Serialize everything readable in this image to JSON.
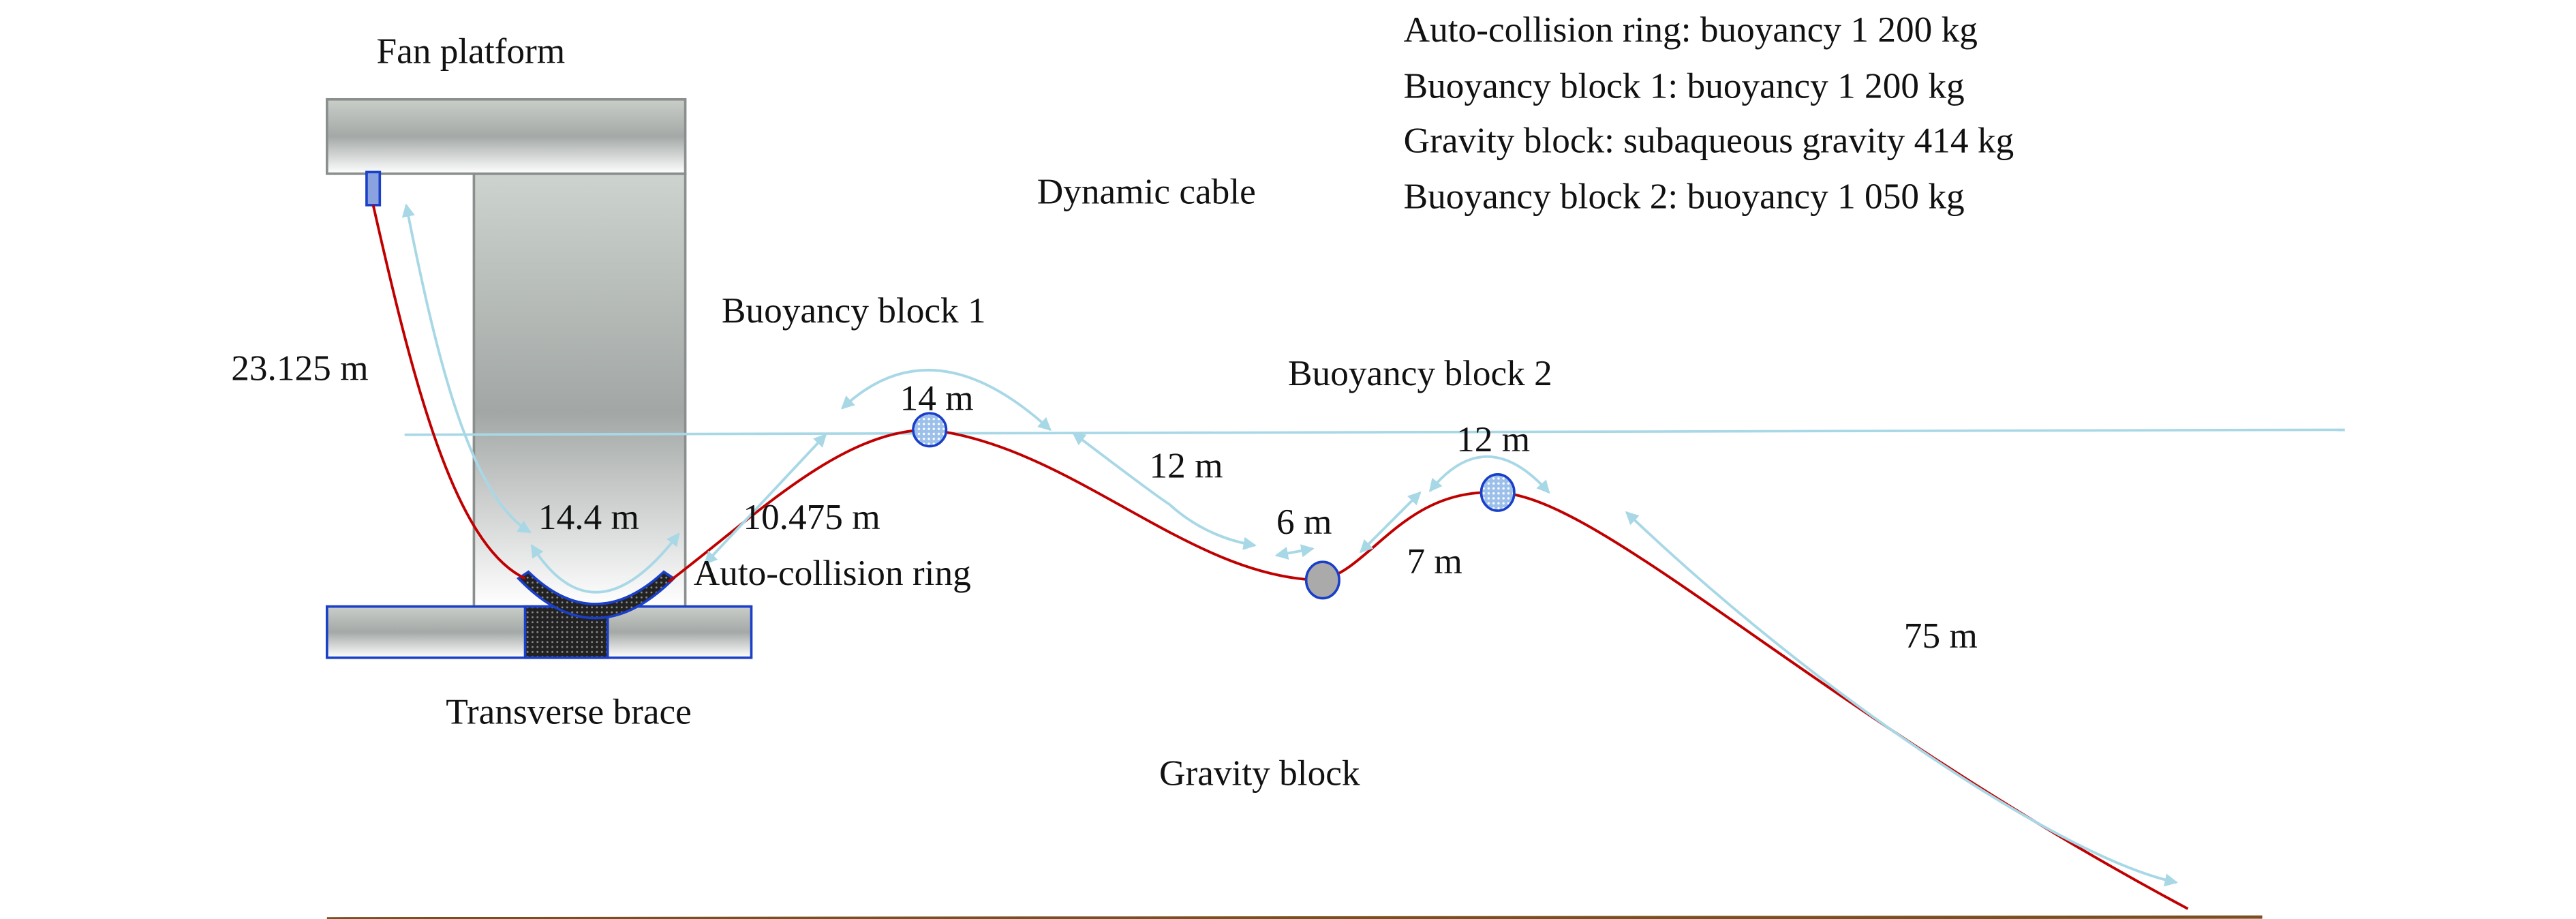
{
  "labels": {
    "fan_platform": "Fan platform",
    "dynamic_cable": "Dynamic cable",
    "buoyancy_block_1": "Buoyancy block 1",
    "buoyancy_block_2": "Buoyancy block 2",
    "auto_collision_ring": "Auto-collision ring",
    "transverse_brace": "Transverse brace",
    "gravity_block": "Gravity block"
  },
  "dimensions": {
    "d1": "23.125 m",
    "d2": "14.4 m",
    "d3": "10.475 m",
    "d4": "14 m",
    "d5": "12 m",
    "d6": "6 m",
    "d7": "7 m",
    "d8": "12 m",
    "d9": "75 m"
  },
  "legend": [
    "Auto-collision ring: buoyancy 1 200 kg",
    "Buoyancy block 1: buoyancy 1 200 kg",
    "Gravity block: subaqueous gravity 414 kg",
    "Buoyancy block 2: buoyancy 1 050 kg"
  ],
  "colors": {
    "cable": "#c00000",
    "dimension_arrow": "#a8d8e6",
    "outline": "#1a3fc8",
    "seabed": "#7a5020"
  }
}
